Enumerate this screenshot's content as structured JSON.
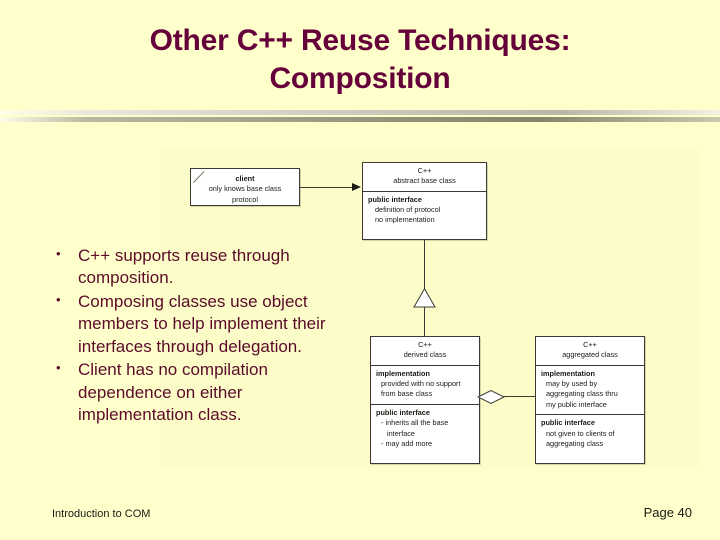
{
  "slide": {
    "title_line1": "Other C++ Reuse Techniques:",
    "title_line2": "Composition",
    "title_color": "#66003A",
    "background_color": "#FFFFCC",
    "body_text_color": "#5C0B2A"
  },
  "bullets": [
    {
      "mark": "•",
      "text": "C++ supports reuse through composition."
    },
    {
      "mark": "•",
      "text": "Composing classes use object members to help implement their interfaces through delegation."
    },
    {
      "mark": "•",
      "text": "Client has no compilation dependence on either implementation class."
    }
  ],
  "diagram": {
    "type": "uml-class-diagram",
    "boxes": {
      "client": {
        "name": "client",
        "detail_line1": "only knows base class",
        "detail_line2": "protocol"
      },
      "abstract_base": {
        "stereotype": "C++",
        "name": "abstract base class",
        "section_title": "public interface",
        "item1": "definition of protocol",
        "item2": "no implementation"
      },
      "derived": {
        "stereotype": "C++",
        "name": "derived class",
        "impl_title": "implementation",
        "impl_line1": "provided with no support",
        "impl_line2": "from base class",
        "iface_title": "public interface",
        "iface_line1": "- inherits all the base",
        "iface_line2": "interface",
        "iface_line3": "- may add more"
      },
      "aggregated": {
        "stereotype": "C++",
        "name": "aggregated class",
        "impl_title": "implementation",
        "impl_line1": "may by used by",
        "impl_line2": "aggregating class thru",
        "impl_line3": "my public interface",
        "iface_title": "public interface",
        "iface_line1": "not given to clients of",
        "iface_line2": "aggregating class"
      }
    },
    "connectors": {
      "client_to_base": "association-arrow",
      "base_to_derived": "generalization-triangle",
      "derived_to_aggregated": "aggregation-diamond"
    }
  },
  "footer": {
    "left": "Introduction to COM",
    "right": "Page 40"
  }
}
